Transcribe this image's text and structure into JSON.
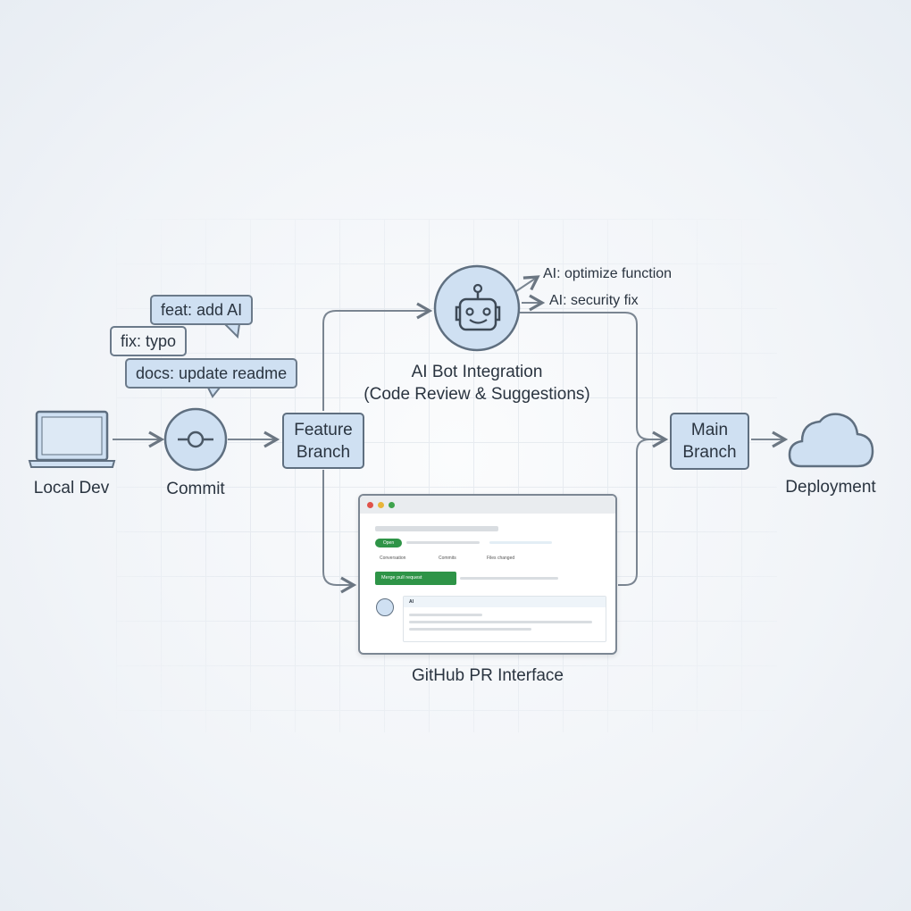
{
  "nodes": {
    "local_dev": "Local Dev",
    "commit": "Commit",
    "feature_branch": [
      "Feature",
      "Branch"
    ],
    "ai_bot": [
      "AI Bot Integration",
      "(Code Review & Suggestions)"
    ],
    "main_branch": [
      "Main",
      "Branch"
    ],
    "deployment": "Deployment",
    "github_pr": "GitHub PR Interface"
  },
  "commit_messages": [
    "feat: add AI",
    "fix: typo",
    "docs: update readme"
  ],
  "ai_suggestions": [
    "AI: optimize function",
    "AI: security fix"
  ],
  "pr_window": {
    "status": "Open",
    "tabs": [
      "Conversation",
      "Commits",
      "Files changed"
    ],
    "merge_button": "Merge pull request",
    "comment_author": "AI"
  },
  "colors": {
    "node_fill": "#cfe0f2",
    "stroke": "#5f6f80",
    "merge_green": "#2e9447"
  }
}
